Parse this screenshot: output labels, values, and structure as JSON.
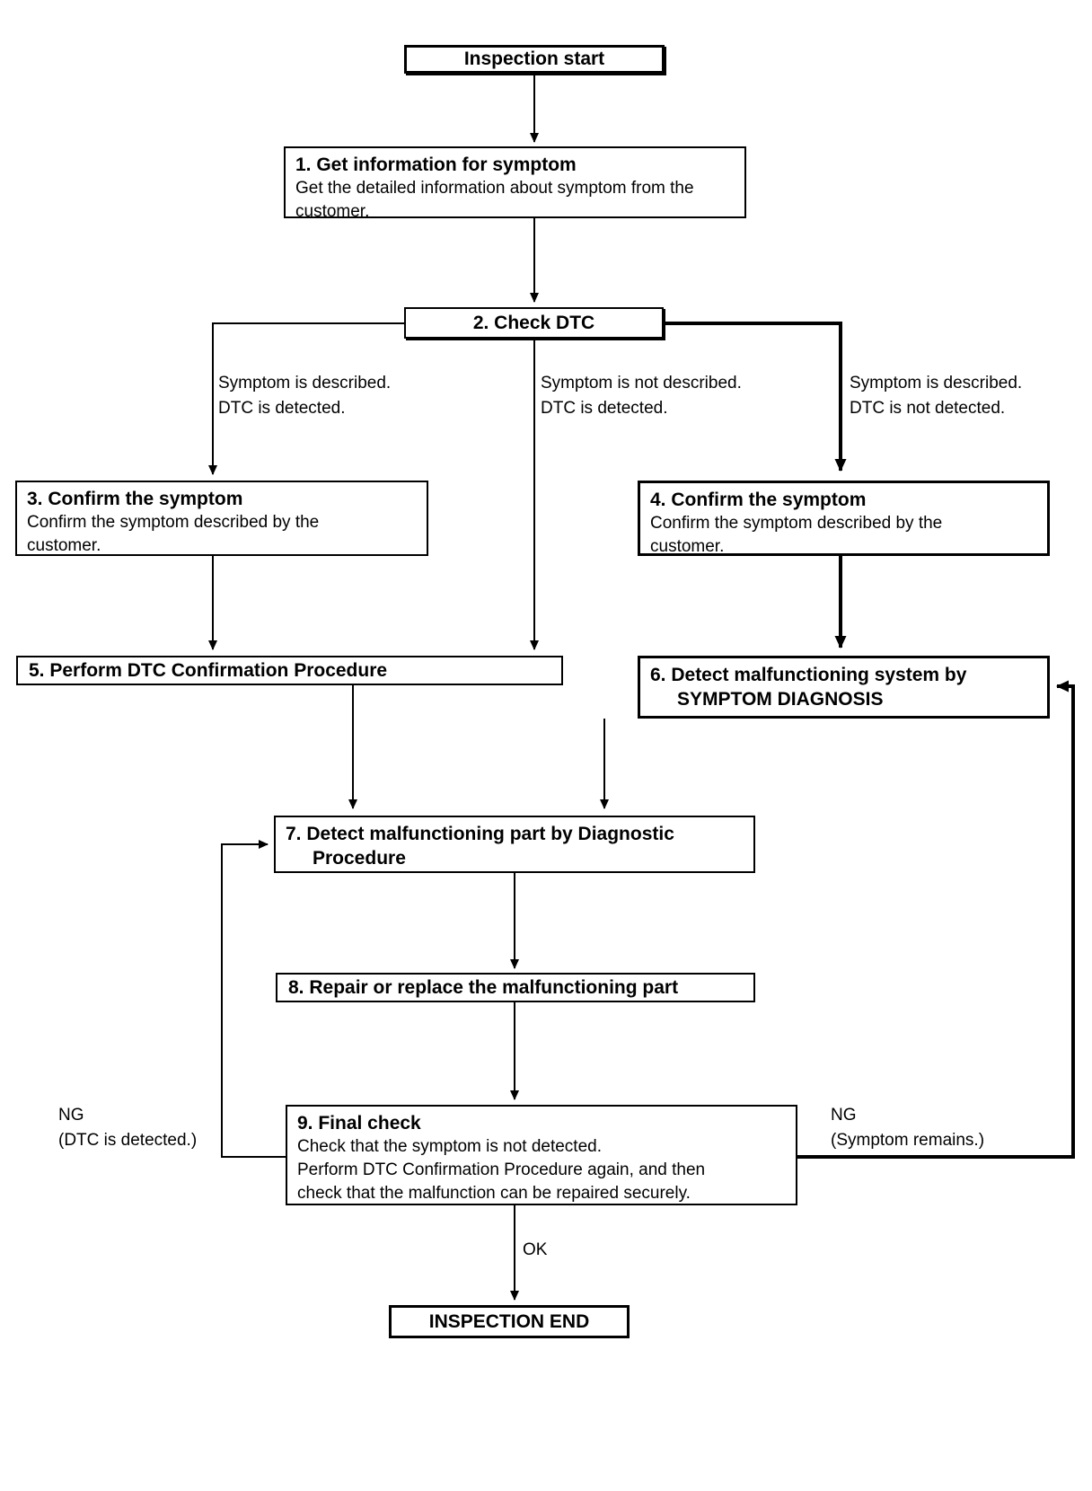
{
  "nodes": {
    "start": {
      "label": "Inspection start"
    },
    "step1": {
      "title": "1. Get information for symptom",
      "body": "Get the detailed information about symptom from the\ncustomer."
    },
    "step2": {
      "title": "2. Check DTC"
    },
    "step3": {
      "title": "3. Confirm the symptom",
      "body": "Confirm the symptom described by the\ncustomer."
    },
    "step4": {
      "title": "4. Confirm the symptom",
      "body": "Confirm the symptom described by the\ncustomer."
    },
    "step5": {
      "title": "5. Perform DTC Confirmation Procedure"
    },
    "step6": {
      "title": "6. Detect malfunctioning system by",
      "title2": "SYMPTOM DIAGNOSIS"
    },
    "step7": {
      "title": "7. Detect malfunctioning part by Diagnostic",
      "title2": "Procedure"
    },
    "step8": {
      "title": "8. Repair or replace the malfunctioning part"
    },
    "step9": {
      "title": "9. Final check",
      "body": "Check that the symptom is not detected.\nPerform DTC Confirmation Procedure again, and then\ncheck that the malfunction can be repaired securely."
    },
    "end": {
      "label": "INSPECTION END"
    }
  },
  "edge_labels": {
    "branch_left": "Symptom is described.\nDTC is detected.",
    "branch_middle": "Symptom is not described.\nDTC is detected.",
    "branch_right": "Symptom is described.\nDTC is not detected.",
    "ng_left": "NG\n(DTC is detected.)",
    "ng_right": "NG\n(Symptom remains.)",
    "ok": "OK"
  },
  "colors": {
    "line": "#000000",
    "background": "#ffffff",
    "box_fill": "#ffffff"
  }
}
